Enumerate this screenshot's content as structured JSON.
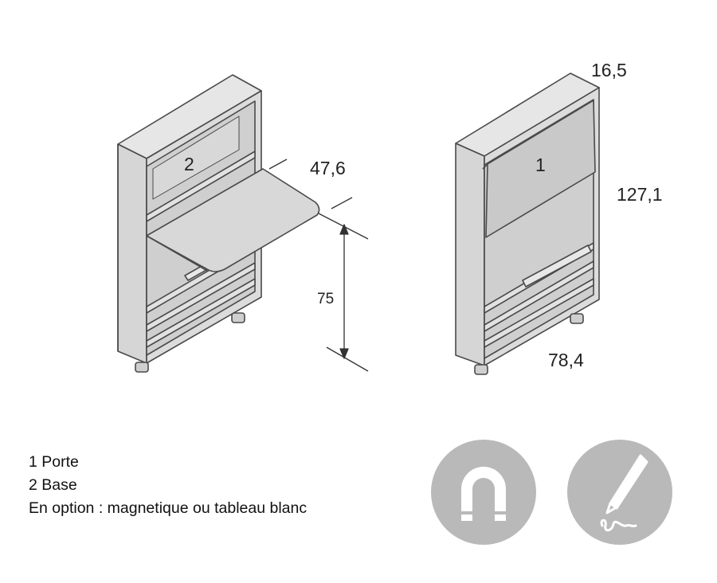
{
  "labels": {
    "base_number": "2",
    "door_number": "1"
  },
  "dimensions": {
    "depth_open": "47,6",
    "table_height": "75",
    "depth": "16,5",
    "height": "127,1",
    "width": "78,4"
  },
  "legend": {
    "item1": "1 Porte",
    "item2": "2 Base",
    "option": "En option : magnetique ou tableau blanc"
  },
  "options": [
    {
      "icon": "magnet-icon"
    },
    {
      "icon": "marker-pen-icon"
    }
  ],
  "colors": {
    "line": "#4a4a4a",
    "face": "#dcdcdc",
    "face_dark": "#c9c9c9",
    "badge": "#b9b9b9"
  }
}
